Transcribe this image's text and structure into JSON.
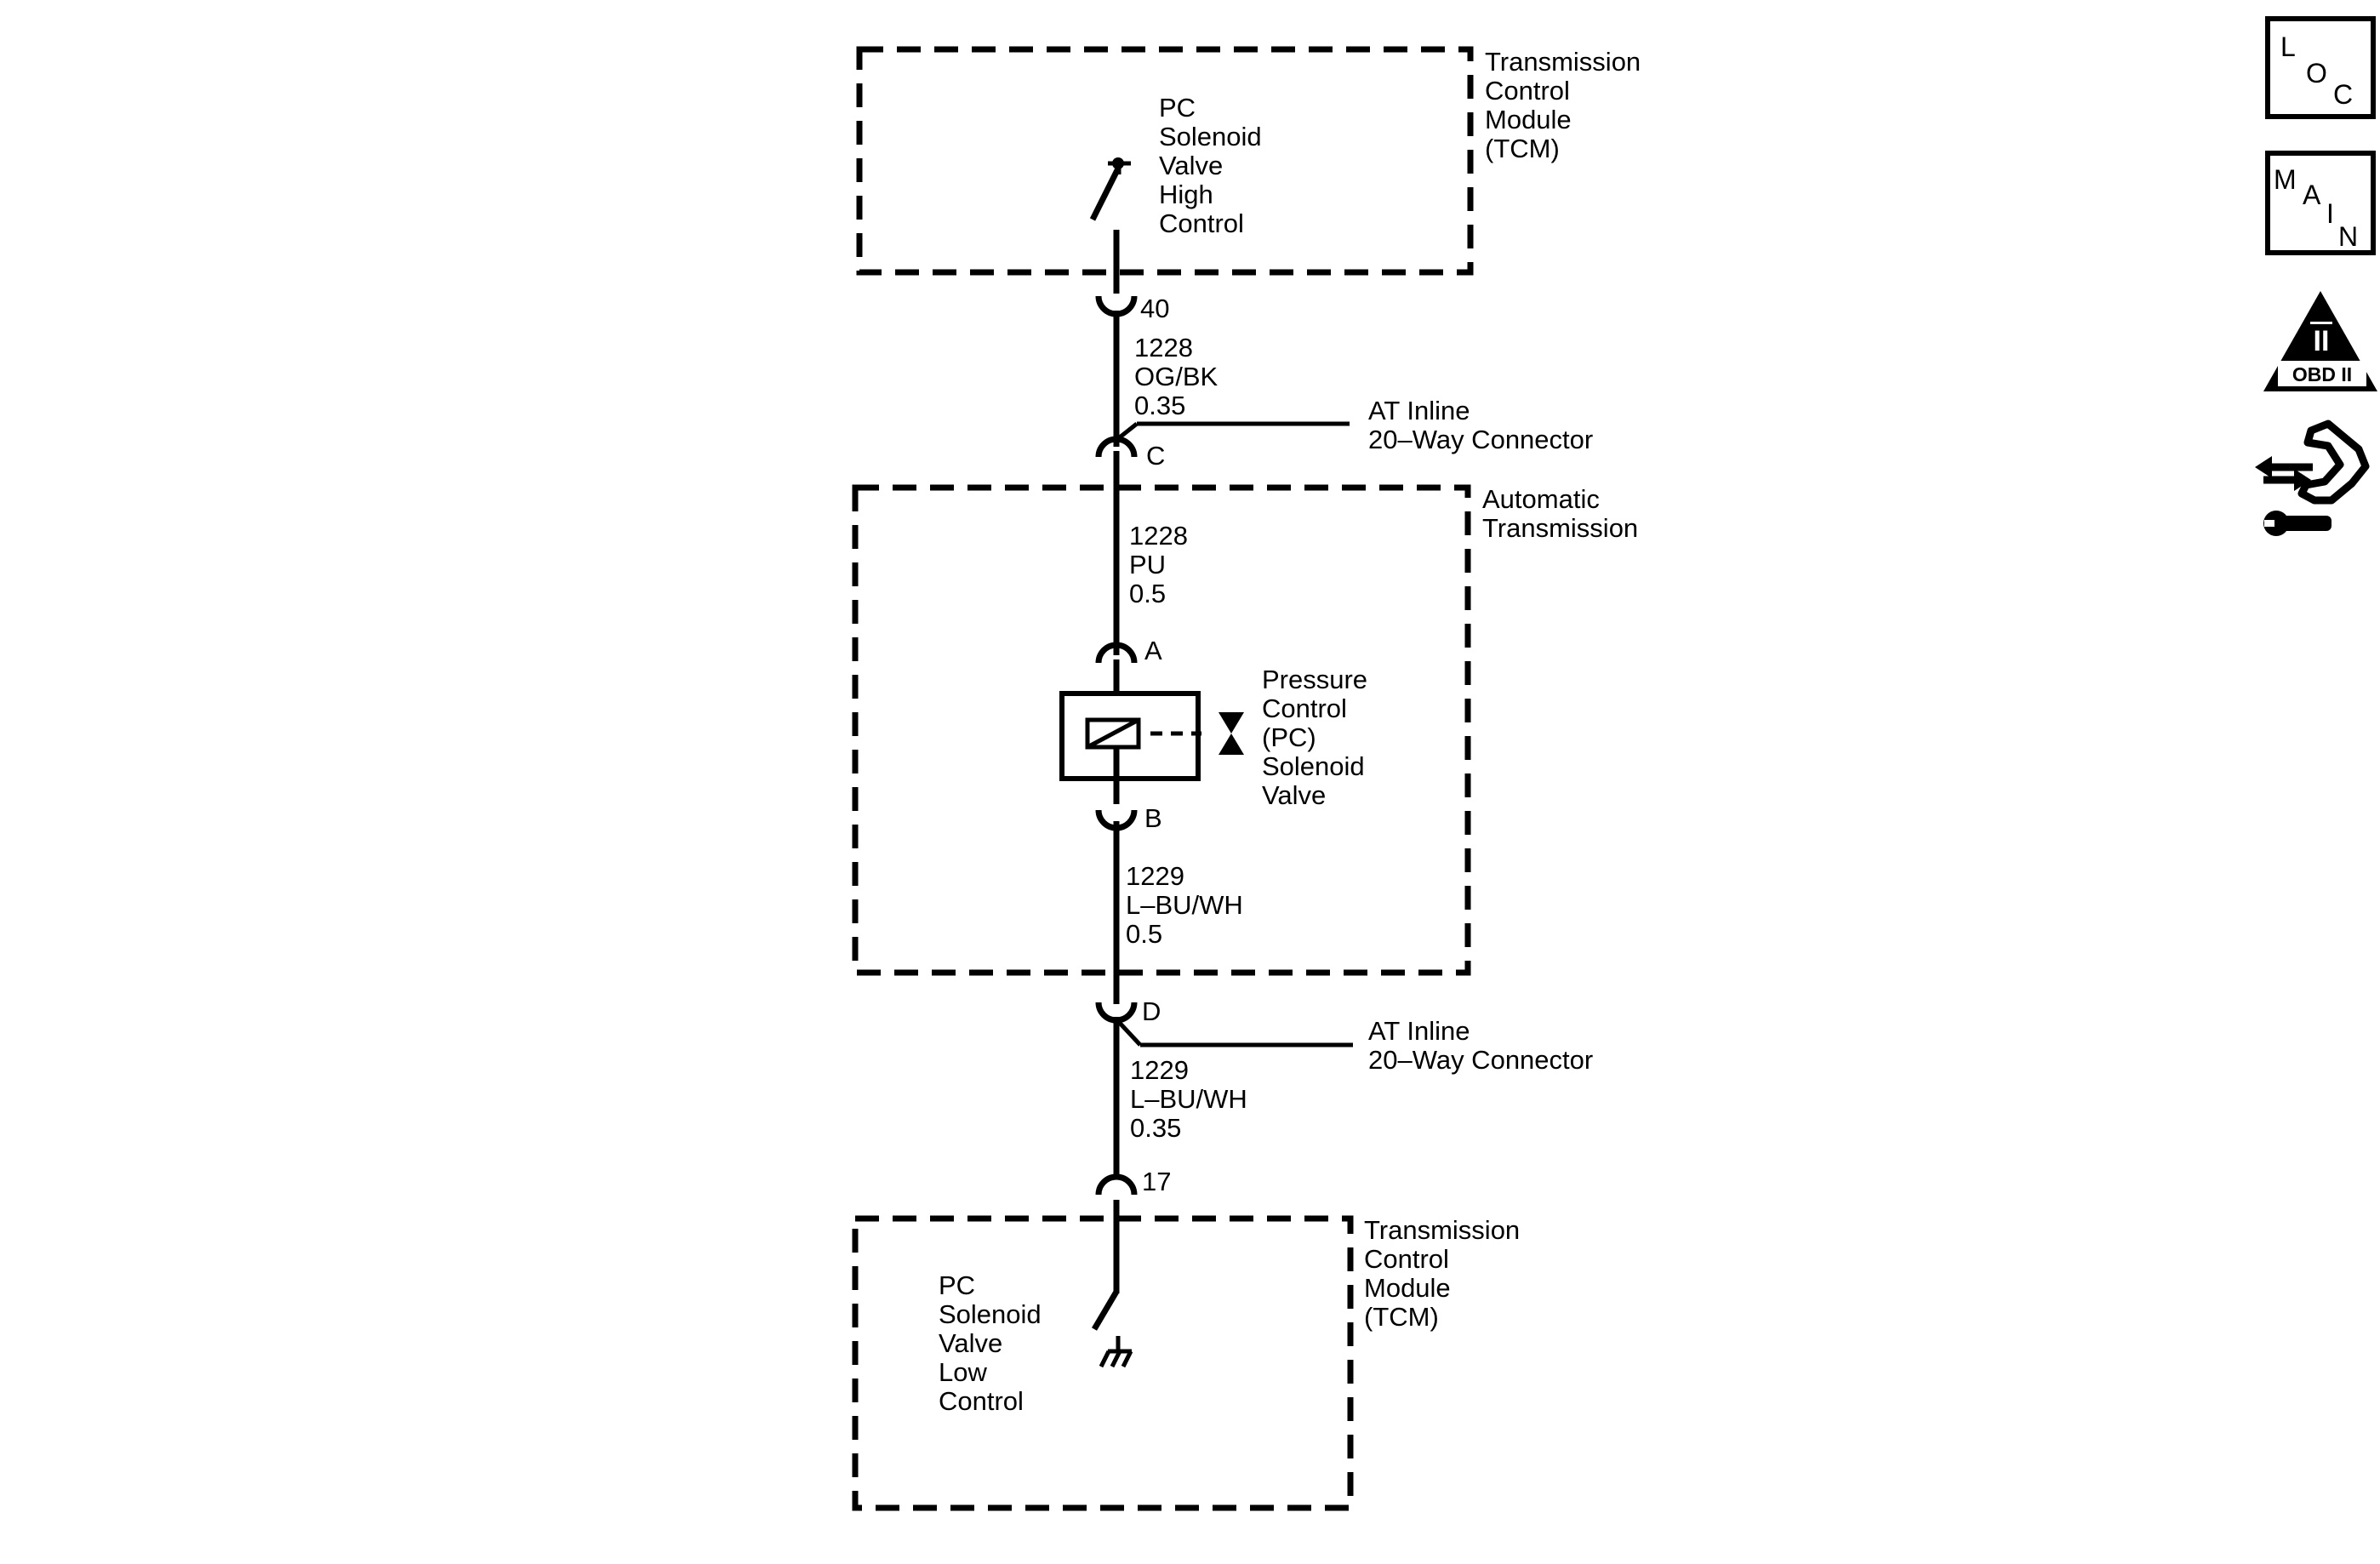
{
  "components": {
    "tcm_top": {
      "module_lines": [
        "Transmission",
        "Control",
        "Module",
        "(TCM)"
      ],
      "switch_lines": [
        "PC",
        "Solenoid",
        "Valve",
        "High",
        "Control"
      ],
      "terminal": "40"
    },
    "wire_top": {
      "lines": [
        "1228",
        "OG/BK",
        "0.35"
      ]
    },
    "inline_connector_c": {
      "terminal": "C",
      "lines": [
        "AT Inline",
        "20–Way Connector"
      ]
    },
    "automatic_transmission": {
      "lines": [
        "Automatic",
        "Transmission"
      ]
    },
    "wire_pu": {
      "lines": [
        "1228",
        "PU",
        "0.5"
      ]
    },
    "solenoid": {
      "terminal_a": "A",
      "terminal_b": "B",
      "lines": [
        "Pressure",
        "Control",
        "(PC)",
        "Solenoid",
        "Valve"
      ]
    },
    "wire_mid": {
      "lines": [
        "1229",
        "L–BU/WH",
        "0.5"
      ]
    },
    "inline_connector_d": {
      "terminal": "D",
      "lines": [
        "AT Inline",
        "20–Way Connector"
      ]
    },
    "wire_bottom": {
      "lines": [
        "1229",
        "L–BU/WH",
        "0.35"
      ]
    },
    "tcm_bottom": {
      "terminal": "17",
      "module_lines": [
        "Transmission",
        "Control",
        "Module",
        "(TCM)"
      ],
      "switch_lines": [
        "PC",
        "Solenoid",
        "Valve",
        "Low",
        "Control"
      ]
    }
  },
  "nav": {
    "loc": {
      "letters": [
        "L",
        "O",
        "C"
      ]
    },
    "main": {
      "letters": [
        "M",
        "A",
        "I",
        "N"
      ]
    },
    "obd": {
      "numeral": "II",
      "label": "OBD II"
    }
  }
}
